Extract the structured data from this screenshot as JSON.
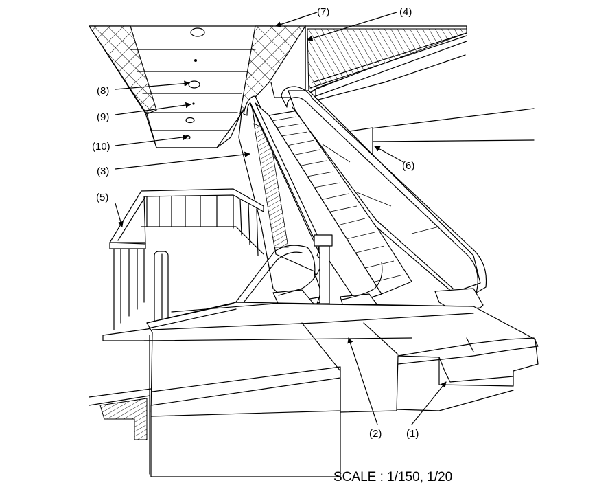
{
  "drawing": {
    "labels": {
      "l1": "(1)",
      "l2": "(2)",
      "l3": "(3)",
      "l4": "(4)",
      "l5": "(5)",
      "l6": "(6)",
      "l7": "(7)",
      "l8": "(8)",
      "l9": "(9)",
      "l10": "(10)"
    },
    "scale": "SCALE : 1/150, 1/20"
  }
}
